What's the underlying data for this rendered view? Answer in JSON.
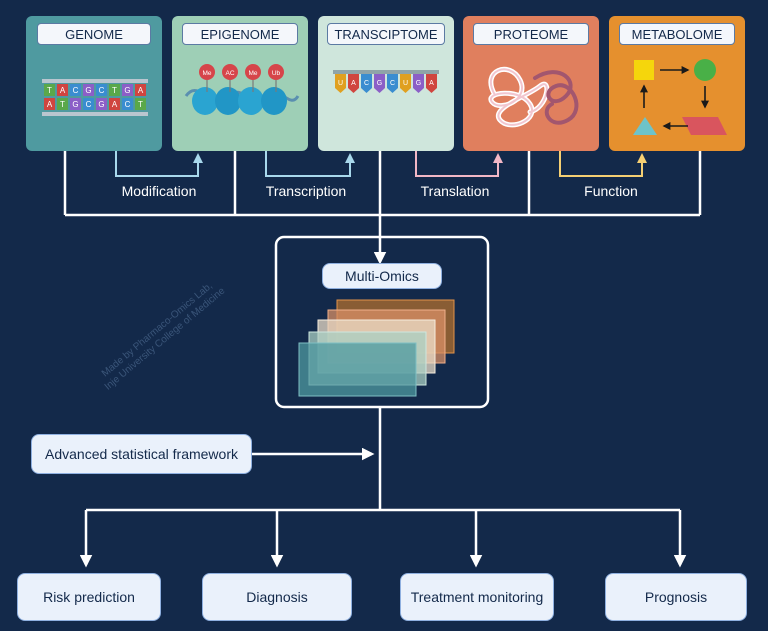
{
  "omics": [
    {
      "label": "GENOME",
      "color": "#4f9aa0"
    },
    {
      "label": "EPIGENOME",
      "color": "#9ecfb6"
    },
    {
      "label": "TRANSCIPTOME",
      "color": "#cfe6dc"
    },
    {
      "label": "PROTEOME",
      "color": "#e07f5e"
    },
    {
      "label": "METABOLOME",
      "color": "#e5902e"
    }
  ],
  "dna_bases": {
    "top": [
      "T",
      "A",
      "C",
      "G",
      "C",
      "T",
      "G",
      "A"
    ],
    "bottom": [
      "A",
      "T",
      "G",
      "C",
      "G",
      "A",
      "C",
      "T"
    ]
  },
  "epigenome_marks": [
    "Me",
    "AC",
    "Me",
    "Ub"
  ],
  "rna_bases": [
    "U",
    "A",
    "C",
    "G",
    "C",
    "U",
    "G",
    "A"
  ],
  "transitions": [
    "Modification",
    "Transcription",
    "Translation",
    "Function"
  ],
  "center": {
    "label": "Multi-Omics"
  },
  "framework": {
    "label": "Advanced statistical framework"
  },
  "outcomes": [
    "Risk prediction",
    "Diagnosis",
    "Treatment monitoring",
    "Prognosis"
  ],
  "watermark": {
    "line1": "Made by Pharmaco-Omics Lab,",
    "line2": "Inje University College of Medicine"
  },
  "colors": {
    "background": "#13294a",
    "line": "#ffffff",
    "modification_arrow": "#a8d8ec",
    "transcription_arrow": "#a8d8ec",
    "translation_arrow": "#f2b7c6",
    "function_arrow": "#f5cf73"
  }
}
